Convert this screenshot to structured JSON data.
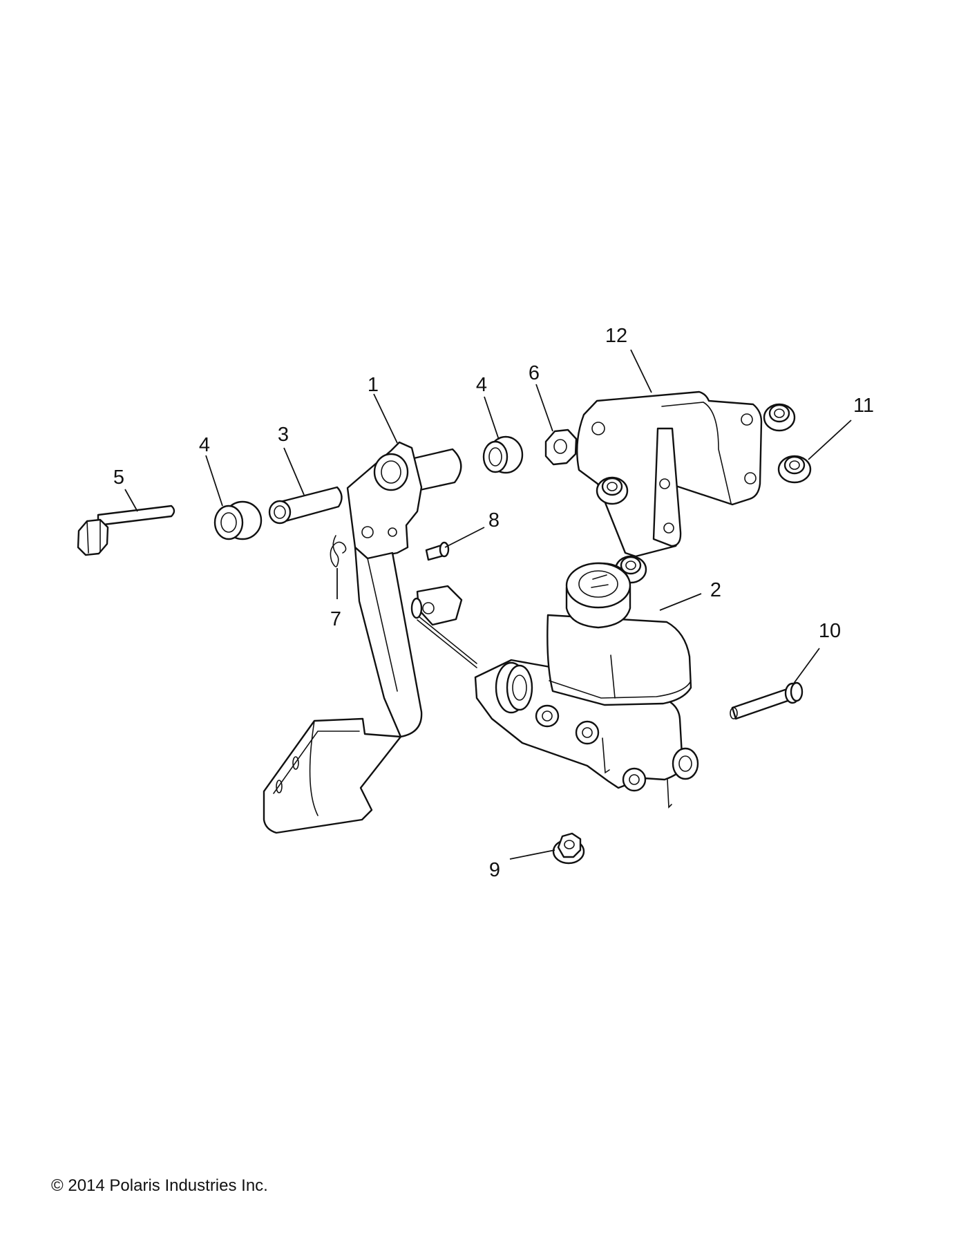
{
  "callouts": [
    {
      "label": "1",
      "part": "brake-pedal"
    },
    {
      "label": "2",
      "part": "master-cylinder"
    },
    {
      "label": "3",
      "part": "pivot-sleeve"
    },
    {
      "label": "4",
      "part": "bushing-left"
    },
    {
      "label": "4",
      "part": "bushing-right"
    },
    {
      "label": "5",
      "part": "pivot-bolt"
    },
    {
      "label": "6",
      "part": "flange-nut"
    },
    {
      "label": "7",
      "part": "hair-pin-clip"
    },
    {
      "label": "8",
      "part": "clevis-pin"
    },
    {
      "label": "9",
      "part": "flange-nut-lower"
    },
    {
      "label": "10",
      "part": "mounting-bolt"
    },
    {
      "label": "11",
      "part": "bracket-nuts"
    },
    {
      "label": "12",
      "part": "mounting-bracket"
    }
  ],
  "copyright": "© 2014 Polaris Industries Inc."
}
